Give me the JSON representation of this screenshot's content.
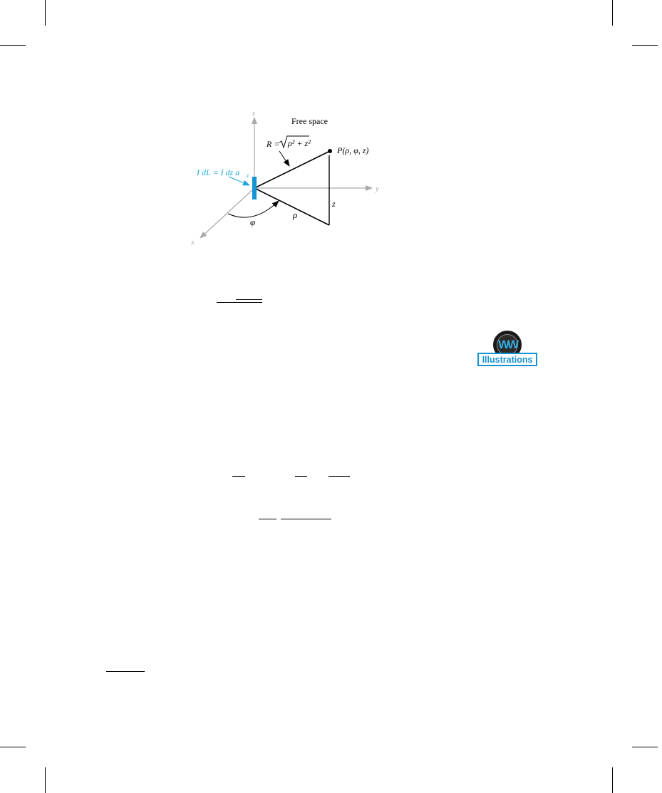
{
  "figure": {
    "axis_z": "z",
    "axis_y": "y",
    "axis_x": "x",
    "region_label": "Free space",
    "r_label": "R =",
    "r_radicand": "ρ² + z²",
    "point_label": "P(ρ, φ, z)",
    "current_element": "I dL = I dz a",
    "current_sub": "z",
    "rho_label": "ρ",
    "z_label": "z",
    "phi_label": "φ",
    "current_color": "#1ca7dc",
    "current_bar_color": "#1593d4",
    "axis_color": "#aaaaaa"
  },
  "badge": {
    "icon_text": "WW",
    "label": "Illustrations",
    "color": "#1593d4"
  }
}
